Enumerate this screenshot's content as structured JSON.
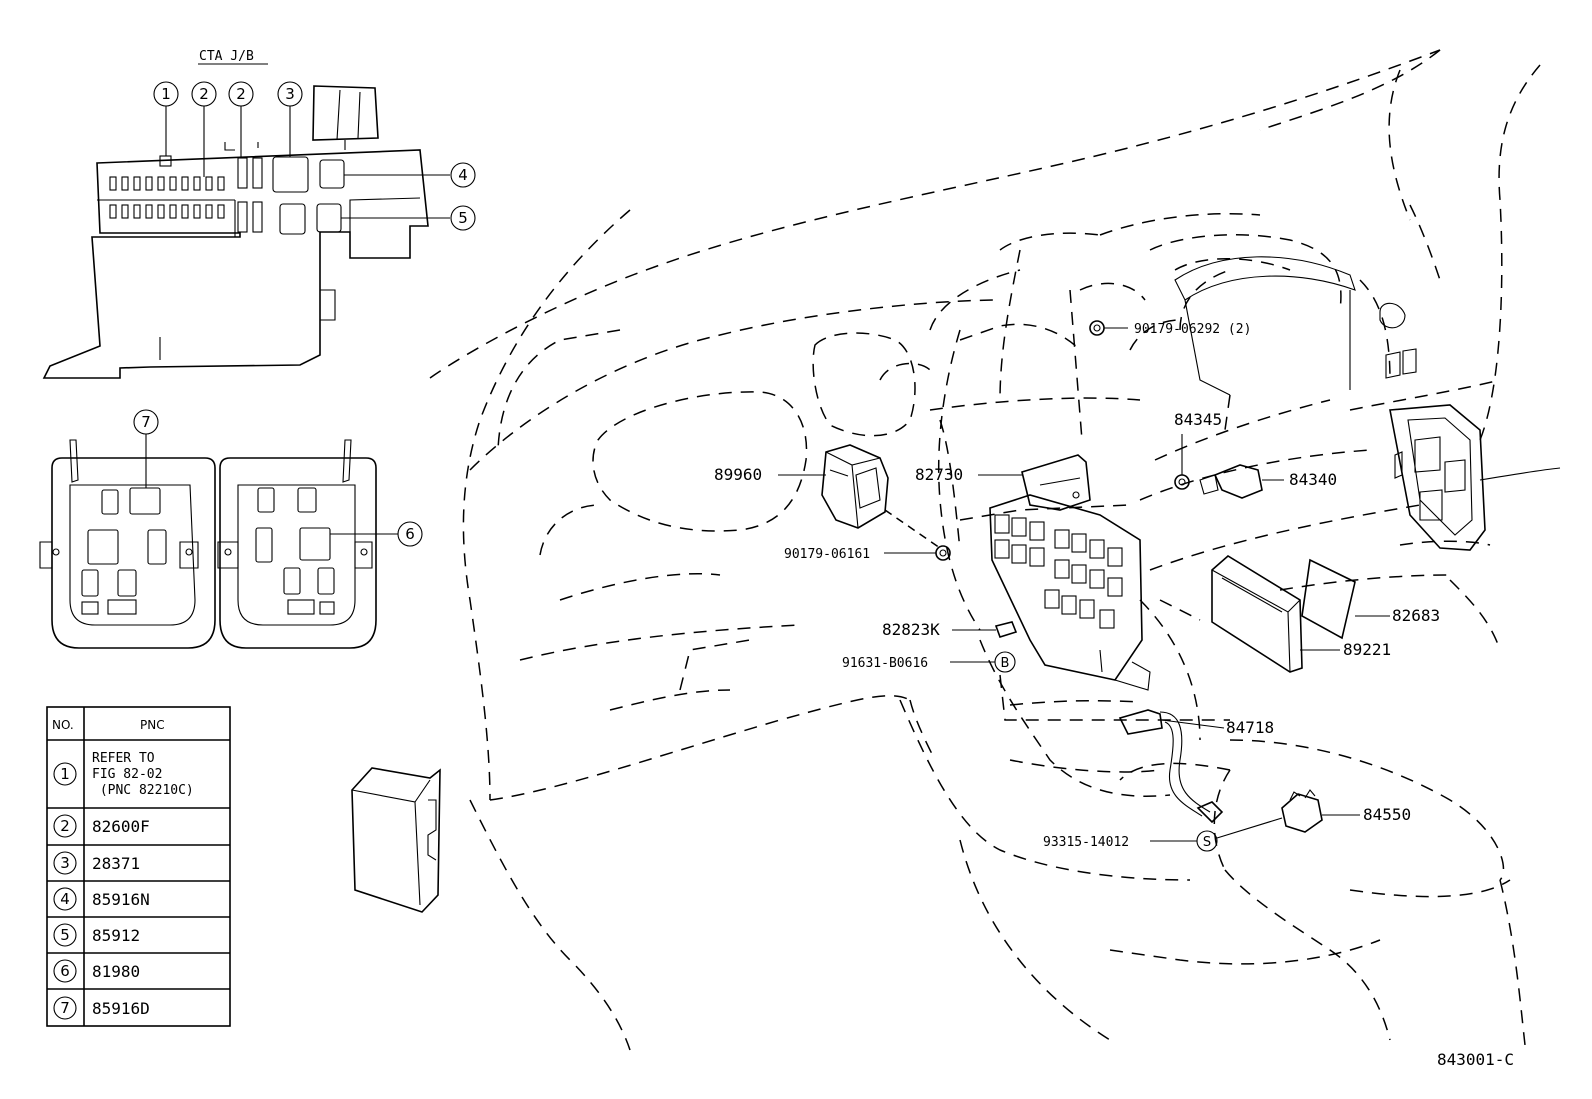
{
  "inset": {
    "title": "CTA J/B",
    "callouts": [
      "1",
      "2",
      "2",
      "3",
      "4",
      "5"
    ]
  },
  "relays": {
    "callouts": [
      "7",
      "6"
    ]
  },
  "table": {
    "col_no": "NO.",
    "col_pnc": "PNC",
    "rows": [
      {
        "no": "1",
        "pnc_lines": [
          "REFER TO",
          "FIG 82-02",
          " (PNC 82210C)"
        ]
      },
      {
        "no": "2",
        "pnc_lines": [
          "82600F"
        ]
      },
      {
        "no": "3",
        "pnc_lines": [
          "28371"
        ]
      },
      {
        "no": "4",
        "pnc_lines": [
          "85916N"
        ]
      },
      {
        "no": "5",
        "pnc_lines": [
          "85912"
        ]
      },
      {
        "no": "6",
        "pnc_lines": [
          "81980"
        ]
      },
      {
        "no": "7",
        "pnc_lines": [
          "85916D"
        ]
      }
    ]
  },
  "parts": {
    "p90179_06292": "90179-06292 (2)",
    "p84345": "84345",
    "p84340": "84340",
    "p89960": "89960",
    "p82730": "82730",
    "p90179_06161": "90179-06161",
    "p82683": "82683",
    "p82823K": "82823K",
    "p91631_B0616": "91631-B0616",
    "p89221": "89221",
    "p84718": "84718",
    "p84550": "84550",
    "p93315_14012": "93315-14012",
    "marker_b": "B",
    "marker_s": "S"
  },
  "figure_id": "843001-C"
}
